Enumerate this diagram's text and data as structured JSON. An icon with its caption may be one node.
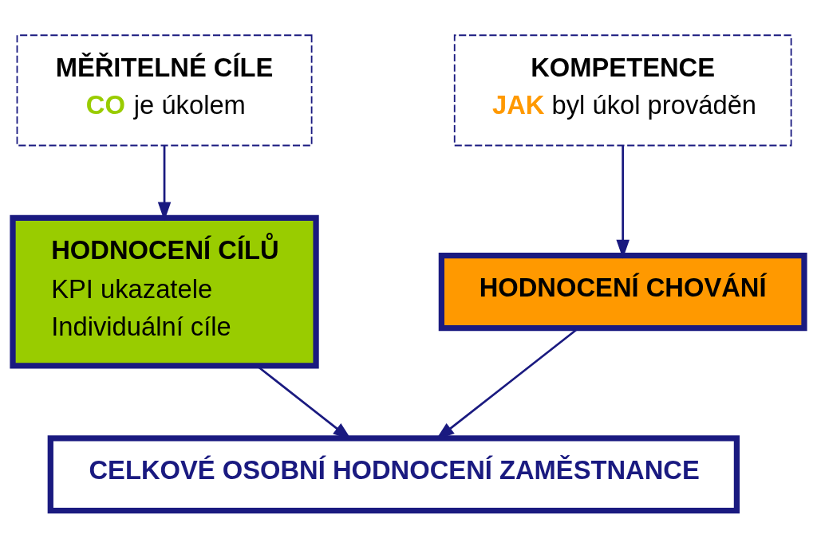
{
  "diagram": {
    "nodes": [
      {
        "text": [
          "MĚŘITELNÉ CÍLE",
          "CO je úkolem"
        ]
      },
      {
        "text": [
          "KOMPETENCE",
          "JAK byl úkol prováděn"
        ]
      },
      {
        "text": [
          "HODNOCENÍ CÍLŮ",
          "KPI ukazatele",
          "Individuální cíle"
        ]
      },
      {
        "text": [
          "HODNOCENÍ CHOVÁNÍ"
        ]
      },
      {
        "text": [
          "CELKOVÉ OSOBNÍ HODNOCENÍ ZAMĚSTNANCE"
        ]
      }
    ],
    "edges": [
      {
        "from": 0,
        "to": 2,
        "arrow": "to"
      },
      {
        "from": 1,
        "to": 3,
        "arrow": "to"
      },
      {
        "from": 2,
        "to": 4,
        "arrow": "to"
      },
      {
        "from": 3,
        "to": 4,
        "arrow": "to"
      }
    ]
  }
}
